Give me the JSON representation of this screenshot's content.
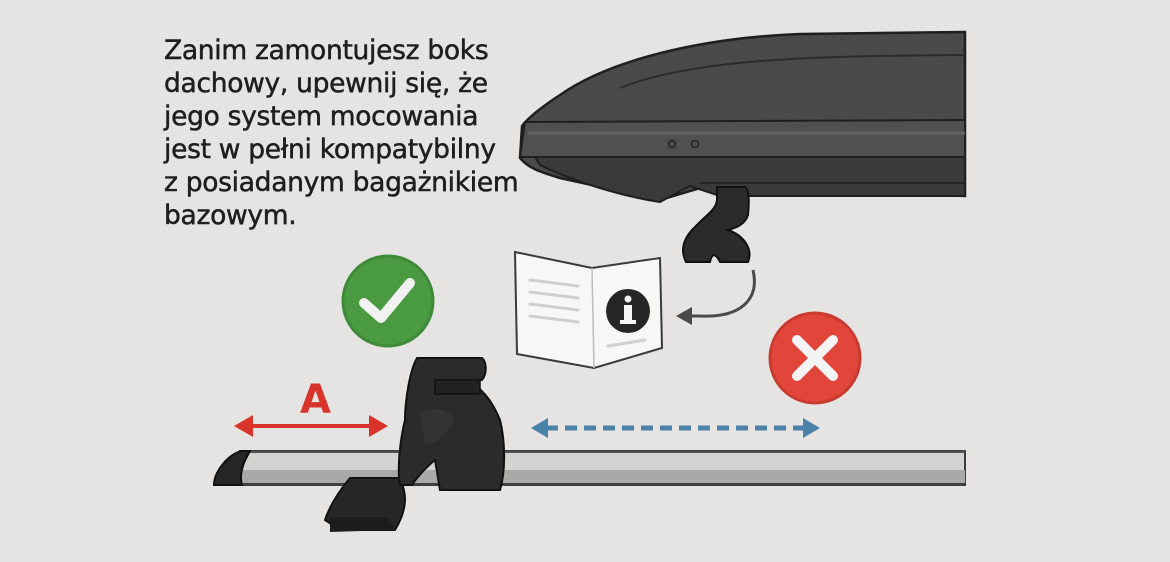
{
  "instruction": {
    "lines": [
      "Zanim zamontujesz boks",
      "dachowy, upewnij się, że",
      "jego system mocowania",
      "jest w pełni kompatybilny",
      "z posiadanym bagażnikiem",
      "bazowym."
    ]
  },
  "labels": {
    "dimension_a": "A"
  },
  "icons": {
    "correct": "check-icon",
    "incorrect": "x-icon",
    "manual": "info-manual-icon"
  },
  "colors": {
    "background": "#e5e4e2",
    "text": "#1e1e1e",
    "check_green": "#4a9a42",
    "cross_red": "#e2463a",
    "dimension_red": "#d9342b",
    "dimension_blue": "#4a82a8",
    "box_dark": "#3f3f3f",
    "bar_silver": "#c8c8c6"
  }
}
